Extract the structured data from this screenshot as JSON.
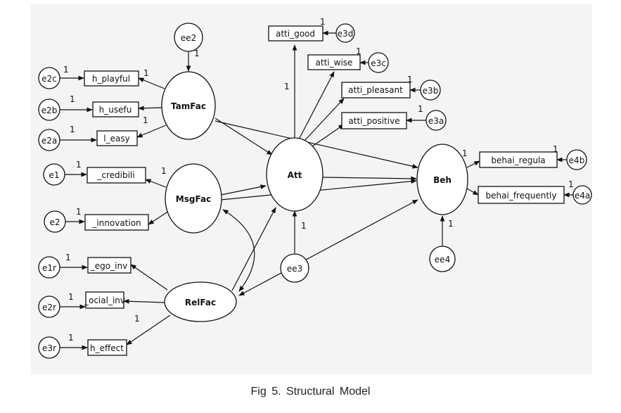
{
  "caption": "Fig 5. Structural Model",
  "latents": {
    "tamfac": "TamFac",
    "msgfac": "MsgFac",
    "relfac": "RelFac",
    "att": "Att",
    "beh": "Beh"
  },
  "disturbances": {
    "ee2": "ee2",
    "ee3": "ee3",
    "ee4": "ee4"
  },
  "indicators": {
    "h_playful": "h_playful",
    "h_usefu": "h_usefu",
    "l_easy": "l_easy",
    "credibili": "_credibili",
    "innovation": "_innovation",
    "ego_inv": "_ego_inv",
    "social_inv": "_ocial_inv",
    "effect": "h_effect",
    "atti_good": "atti_good",
    "atti_wise": "atti_wise",
    "atti_pleasant": "atti_pleasant",
    "atti_positive": "atti_positive",
    "behai_regula": "behai_regula",
    "behai_frequently": "behai_frequently"
  },
  "errors": {
    "e2c": "e2c",
    "e2b": "e2b",
    "e2a": "e2a",
    "e1": "e1",
    "e2": "e2",
    "e1r": "e1r",
    "e2r": "e2r",
    "e3r": "e3r",
    "e3d": "e3d",
    "e3c": "e3c",
    "e3b": "e3b",
    "e3a": "e3a",
    "e4b": "e4b",
    "e4a": "e4a"
  },
  "fixed_path_label": "1"
}
